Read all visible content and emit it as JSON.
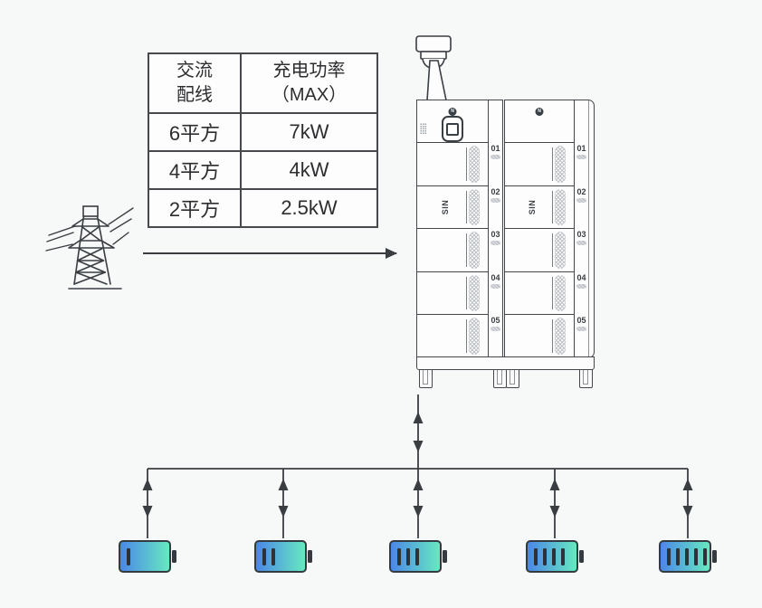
{
  "background": "#f7f8f8",
  "table": {
    "header_ac": [
      "交流",
      "配线"
    ],
    "header_power": [
      "充电功率",
      "（MAX）"
    ],
    "rows": [
      {
        "wire": "6平方",
        "power": "7kW"
      },
      {
        "wire": "4平方",
        "power": "4kW"
      },
      {
        "wire": "2平方",
        "power": "2.5kW"
      }
    ]
  },
  "cabinet": {
    "slot_labels": [
      "01",
      "02",
      "03",
      "04",
      "05"
    ],
    "side_label": "SIN",
    "logo_glyph": "N",
    "module_count": 2
  },
  "batteries": {
    "levels": [
      1,
      2,
      3,
      4,
      5
    ],
    "gradient_start": "#4b87e8",
    "gradient_end": "#66e9c0"
  },
  "colors": {
    "line": "#3a3d42",
    "cabinet_border": "#44474b",
    "table_text": "#2d2d30",
    "background": "#f7f8f8"
  }
}
